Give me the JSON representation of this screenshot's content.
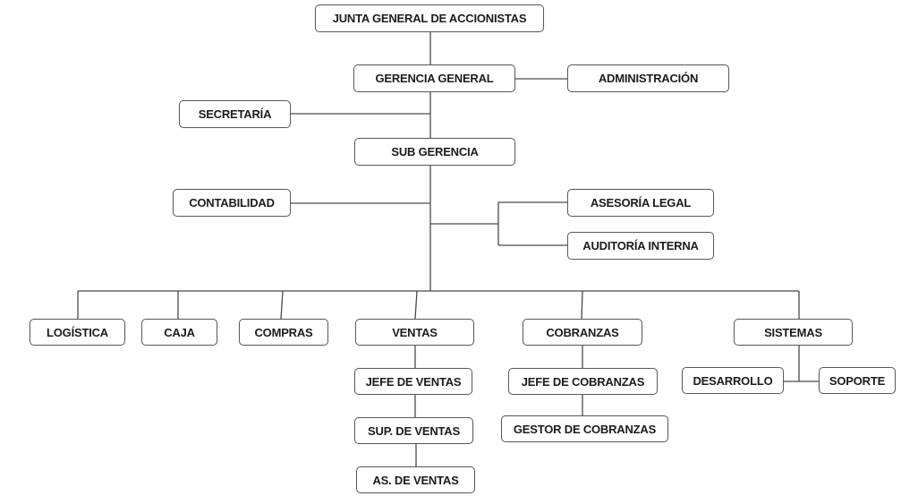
{
  "diagram": {
    "type": "org-chart",
    "colors": {
      "line": "#4a4a4a",
      "border": "#5a5a5a",
      "text": "#1c1c1c",
      "background": "#ffffff"
    },
    "nodes": {
      "junta": "JUNTA GENERAL DE ACCIONISTAS",
      "gerencia_general": "GERENCIA GENERAL",
      "administracion": "ADMINISTRACIÓN",
      "secretaria": "SECRETARÍA",
      "sub_gerencia": "SUB GERENCIA",
      "contabilidad": "CONTABILIDAD",
      "asesoria_legal": "ASESORÍA LEGAL",
      "auditoria_interna": "AUDITORÍA INTERNA",
      "logistica": "LOGÍSTICA",
      "caja": "CAJA",
      "compras": "COMPRAS",
      "ventas": "VENTAS",
      "cobranzas": "COBRANZAS",
      "sistemas": "SISTEMAS",
      "jefe_ventas": "JEFE DE VENTAS",
      "sup_ventas": "SUP. DE VENTAS",
      "as_ventas": "AS. DE VENTAS",
      "jefe_cobranzas": "JEFE DE COBRANZAS",
      "gestor_cobranzas": "GESTOR DE COBRANZAS",
      "desarrollo": "DESARROLLO",
      "soporte": "SOPORTE"
    },
    "relations": [
      [
        "junta",
        "gerencia_general"
      ],
      [
        "gerencia_general",
        "administracion"
      ],
      [
        "gerencia_general",
        "secretaria"
      ],
      [
        "gerencia_general",
        "sub_gerencia"
      ],
      [
        "sub_gerencia",
        "contabilidad"
      ],
      [
        "sub_gerencia",
        "asesoria_legal"
      ],
      [
        "sub_gerencia",
        "auditoria_interna"
      ],
      [
        "sub_gerencia",
        "logistica"
      ],
      [
        "sub_gerencia",
        "caja"
      ],
      [
        "sub_gerencia",
        "compras"
      ],
      [
        "sub_gerencia",
        "ventas"
      ],
      [
        "sub_gerencia",
        "cobranzas"
      ],
      [
        "sub_gerencia",
        "sistemas"
      ],
      [
        "ventas",
        "jefe_ventas"
      ],
      [
        "jefe_ventas",
        "sup_ventas"
      ],
      [
        "sup_ventas",
        "as_ventas"
      ],
      [
        "cobranzas",
        "jefe_cobranzas"
      ],
      [
        "jefe_cobranzas",
        "gestor_cobranzas"
      ],
      [
        "sistemas",
        "desarrollo"
      ],
      [
        "sistemas",
        "soporte"
      ]
    ]
  }
}
